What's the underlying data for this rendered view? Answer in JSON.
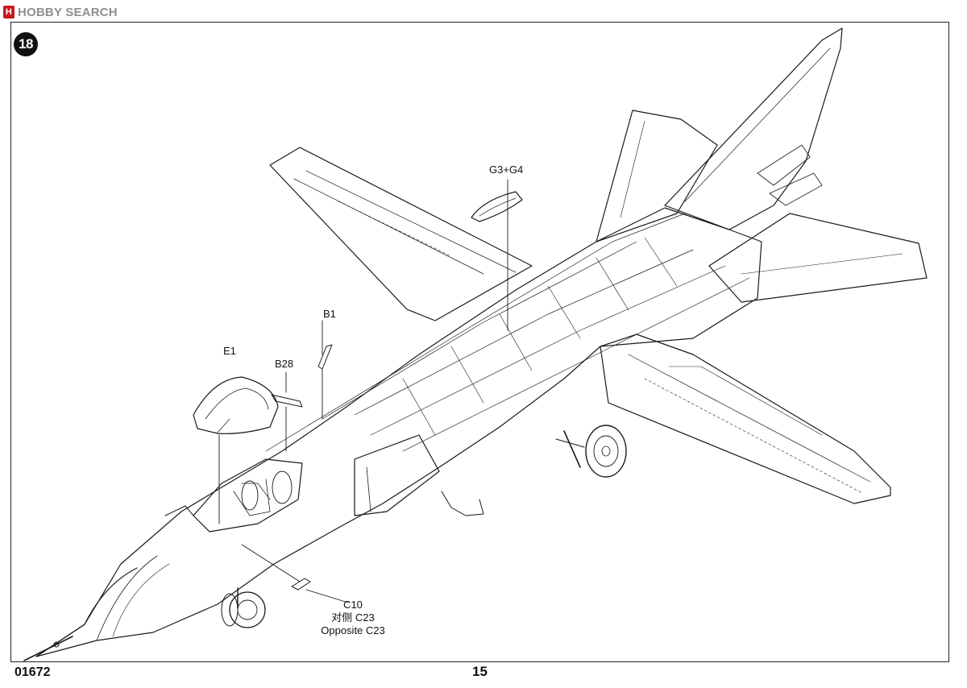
{
  "watermark": {
    "logo_glyph": "H",
    "text": "HOBBY SEARCH"
  },
  "step_number": "18",
  "labels": {
    "g3g4": "G3+G4",
    "b1": "B1",
    "e1": "E1",
    "b28": "B28",
    "c10": "C10",
    "c23_cn": "对侧 C23",
    "c23_en": "Opposite C23"
  },
  "footer": {
    "kit_number": "01672",
    "page_number": "15"
  }
}
